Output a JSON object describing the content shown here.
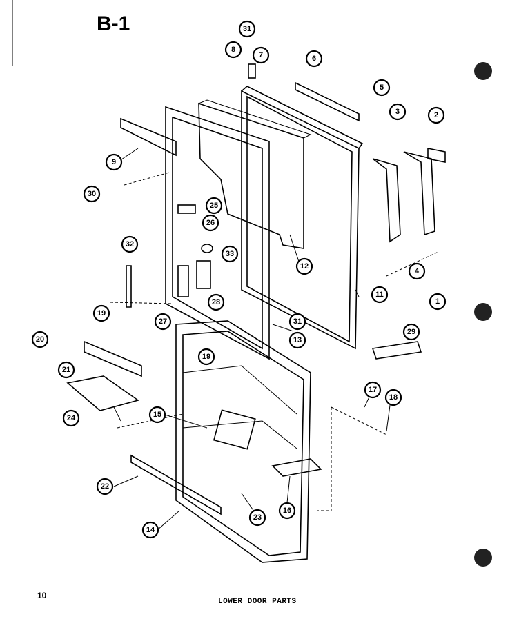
{
  "header": {
    "title": "B-1"
  },
  "footer": {
    "page_number": "10",
    "caption": "LOWER DOOR PARTS"
  },
  "callouts": [
    "1",
    "2",
    "3",
    "4",
    "5",
    "6",
    "7",
    "8",
    "9",
    "11",
    "12",
    "13",
    "14",
    "15",
    "16",
    "17",
    "18",
    "19",
    "19",
    "20",
    "21",
    "22",
    "23",
    "24",
    "25",
    "26",
    "27",
    "28",
    "29",
    "30",
    "31",
    "31",
    "32",
    "33"
  ],
  "colors": {
    "ink": "#000000",
    "paper": "#ffffff"
  }
}
